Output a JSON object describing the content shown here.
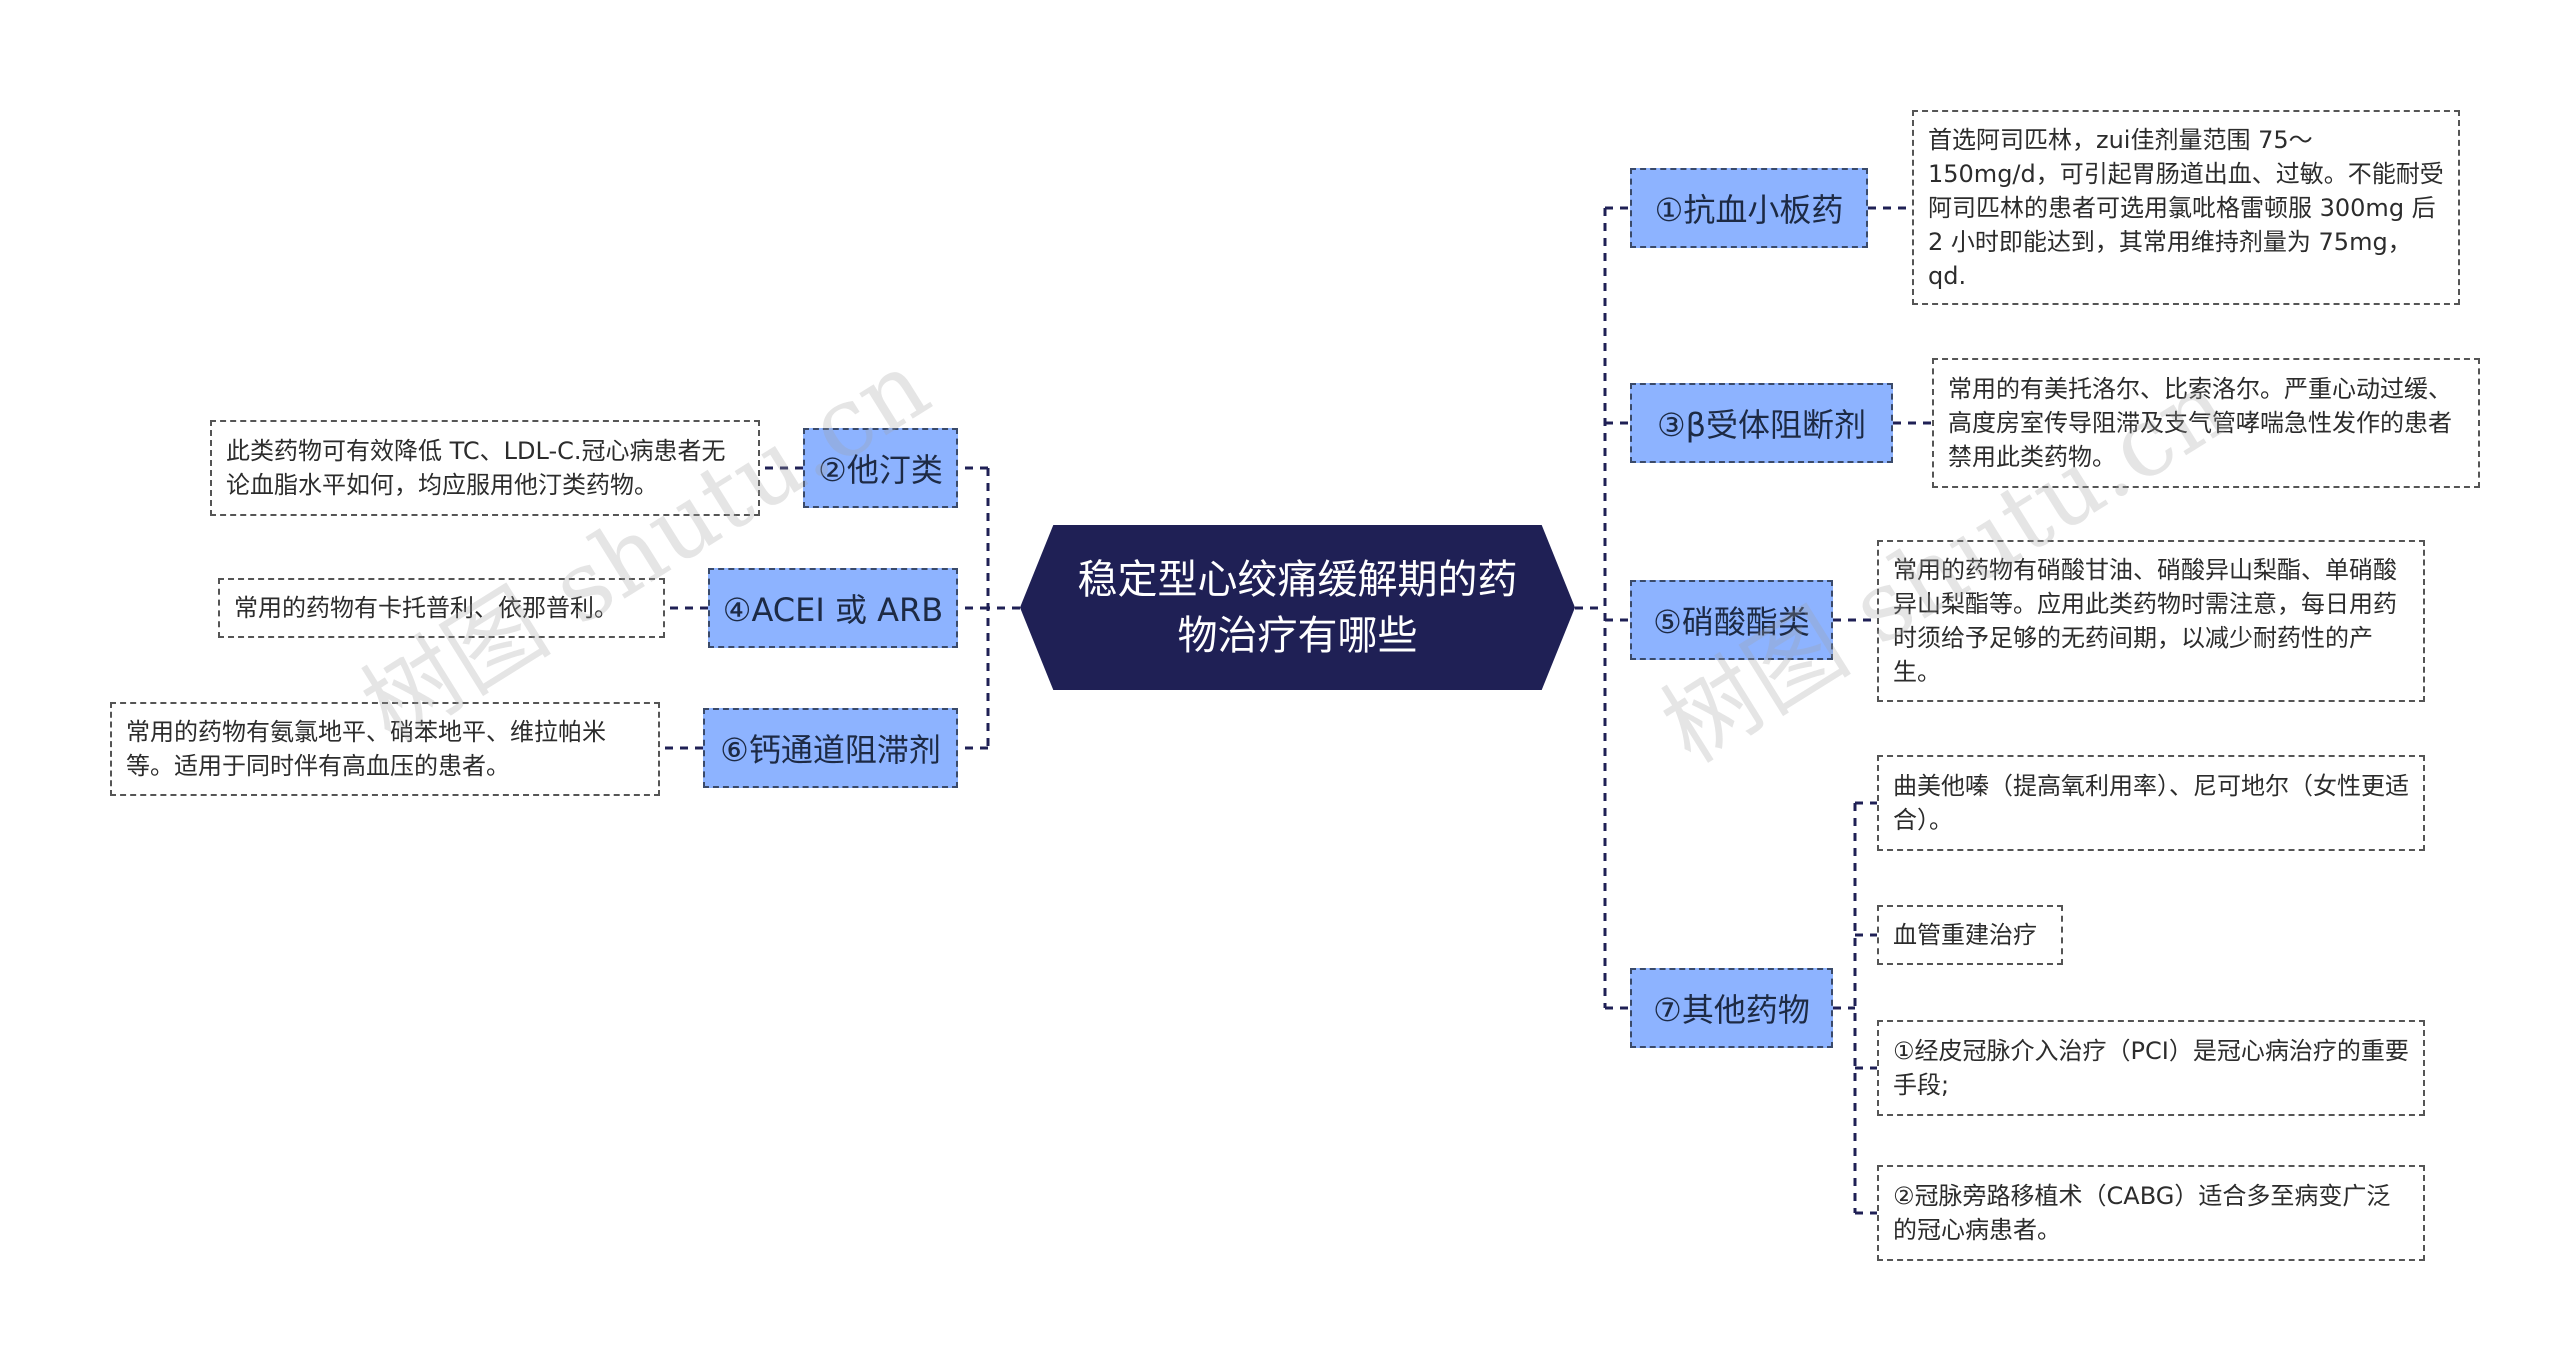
{
  "watermark": "树图 shutu.cn",
  "central": "稳定型心绞痛缓解期的药物治疗有哪些",
  "colors": {
    "central_bg": "#1f2055",
    "branch_bg": "#8db3ff",
    "connector": "#1f2055"
  },
  "left_branches": [
    {
      "label": "②他汀类",
      "leaf": "此类药物可有效降低 TC、LDL-C.冠心病患者无论血脂水平如何，均应服用他汀类药物。"
    },
    {
      "label": "④ACEI 或 ARB",
      "leaf": "常用的药物有卡托普利、依那普利。"
    },
    {
      "label": "⑥钙通道阻滞剂",
      "leaf": "常用的药物有氨氯地平、硝苯地平、维拉帕米等。适用于同时伴有高血压的患者。"
    }
  ],
  "right_branches": [
    {
      "label": "①抗血小板药",
      "leaves": [
        "首选阿司匹林，zui佳剂量范围 75～150mg/d，可引起胃肠道出血、过敏。不能耐受阿司匹林的患者可选用氯吡格雷顿服 300mg 后 2 小时即能达到，其常用维持剂量为 75mg，qd."
      ]
    },
    {
      "label": "③β受体阻断剂",
      "leaves": [
        "常用的有美托洛尔、比索洛尔。严重心动过缓、高度房室传导阻滞及支气管哮喘急性发作的患者禁用此类药物。"
      ]
    },
    {
      "label": "⑤硝酸酯类",
      "leaves": [
        "常用的药物有硝酸甘油、硝酸异山梨酯、单硝酸异山梨酯等。应用此类药物时需注意，每日用药时须给予足够的无药间期，以减少耐药性的产生。"
      ]
    },
    {
      "label": "⑦其他药物",
      "leaves": [
        "曲美他嗪（提高氧利用率）、尼可地尔（女性更适合）。",
        "血管重建治疗",
        "①经皮冠脉介入治疗（PCI）是冠心病治疗的重要手段;",
        "②冠脉旁路移植术（CABG）适合多至病变广泛的冠心病患者。"
      ]
    }
  ]
}
